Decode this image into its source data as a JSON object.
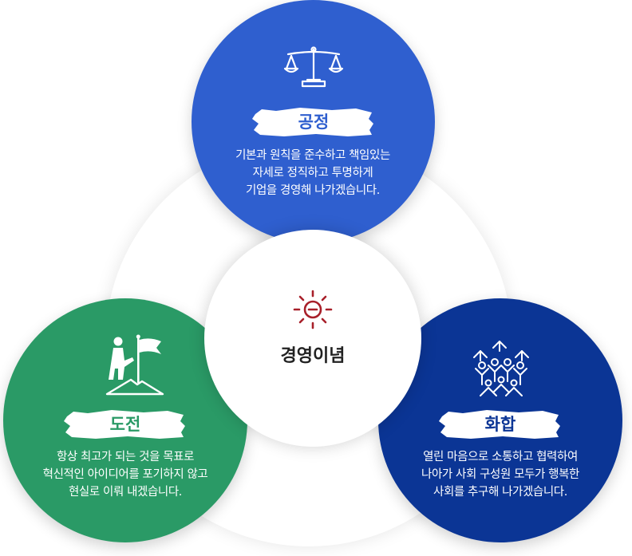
{
  "colors": {
    "fairness": "#2f5fcf",
    "challenge": "#2a9a66",
    "harmony": "#0b3595",
    "center_icon": "#a8202a",
    "center_text": "#222222"
  },
  "center": {
    "title": "경영이념",
    "icon": "sun-minus-icon"
  },
  "values": [
    {
      "title": "공정",
      "icon": "scales-icon",
      "lines": [
        "기본과 원칙을 준수하고 책임있는",
        "자세로 정직하고 투명하게",
        "기업을 경영해 나가겠습니다."
      ]
    },
    {
      "title": "도전",
      "icon": "climber-flag-icon",
      "lines": [
        "항상 최고가 되는 것을 목표로",
        "혁신적인 아이디어를 포기하지 않고",
        "현실로 이뤄 내겠습니다."
      ]
    },
    {
      "title": "화합",
      "icon": "people-together-icon",
      "lines": [
        "열린 마음으로 소통하고 협력하여",
        "나아가 사회 구성원 모두가 행복한",
        "사회를 추구해 나가겠습니다."
      ]
    }
  ]
}
